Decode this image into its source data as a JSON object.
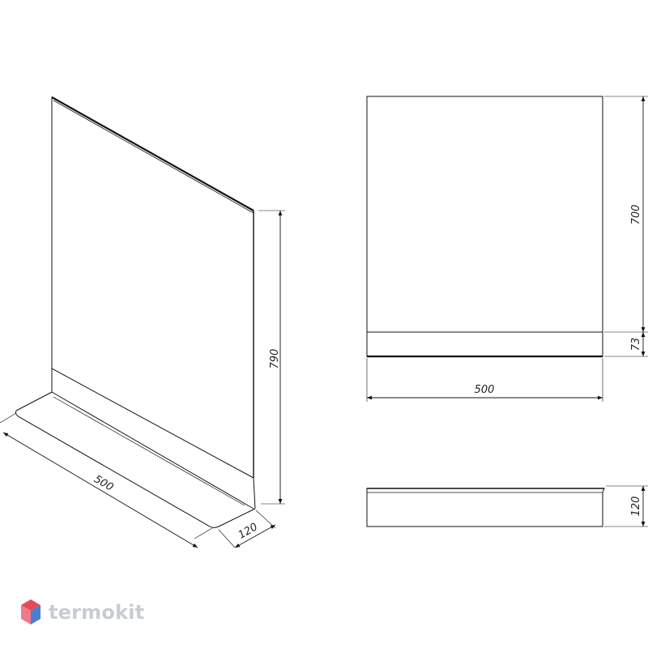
{
  "dimensions": {
    "iso_height": "790",
    "iso_width": "500",
    "iso_depth": "120",
    "front_mirror_height": "700",
    "front_shelf_height": "73",
    "front_width": "500",
    "top_depth": "120"
  },
  "logo": {
    "text": "termokit",
    "colors": {
      "red": "#e8485a",
      "blue": "#4a7fd0",
      "grey": "#c9ccd4"
    }
  },
  "line_color": "#111111"
}
